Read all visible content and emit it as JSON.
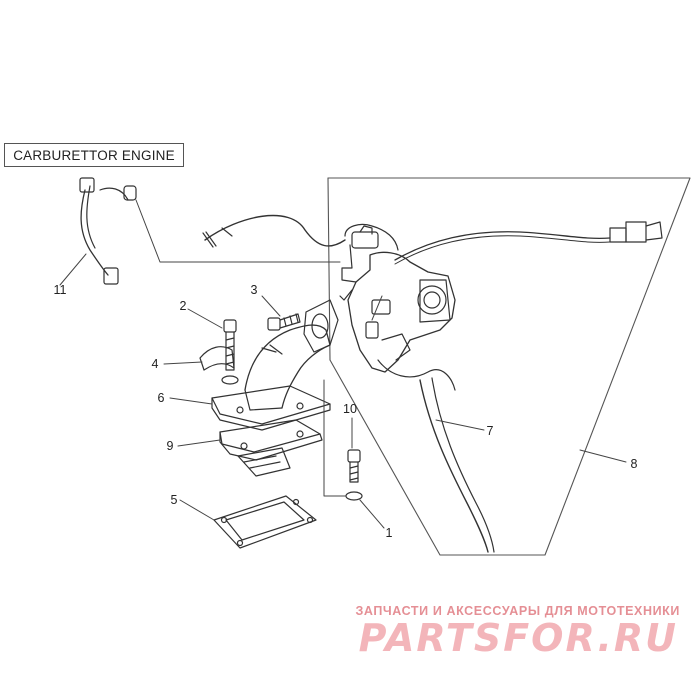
{
  "title": "CARBURETTOR ENGINE",
  "callouts": [
    {
      "id": "11",
      "label": "11"
    },
    {
      "id": "2",
      "label": "2"
    },
    {
      "id": "3",
      "label": "3"
    },
    {
      "id": "4",
      "label": "4"
    },
    {
      "id": "6",
      "label": "6"
    },
    {
      "id": "9",
      "label": "9"
    },
    {
      "id": "5",
      "label": "5"
    },
    {
      "id": "10",
      "label": "10"
    },
    {
      "id": "7",
      "label": "7"
    },
    {
      "id": "8",
      "label": "8"
    },
    {
      "id": "1",
      "label": "1"
    }
  ],
  "watermark": {
    "caption": "ЗАПЧАСТИ И АКСЕССУАРЫ ДЛЯ МОТОТЕХНИКИ",
    "logo": "PARTSFOR.RU"
  },
  "colors": {
    "line": "#333333",
    "watermark": "#e58f95"
  }
}
